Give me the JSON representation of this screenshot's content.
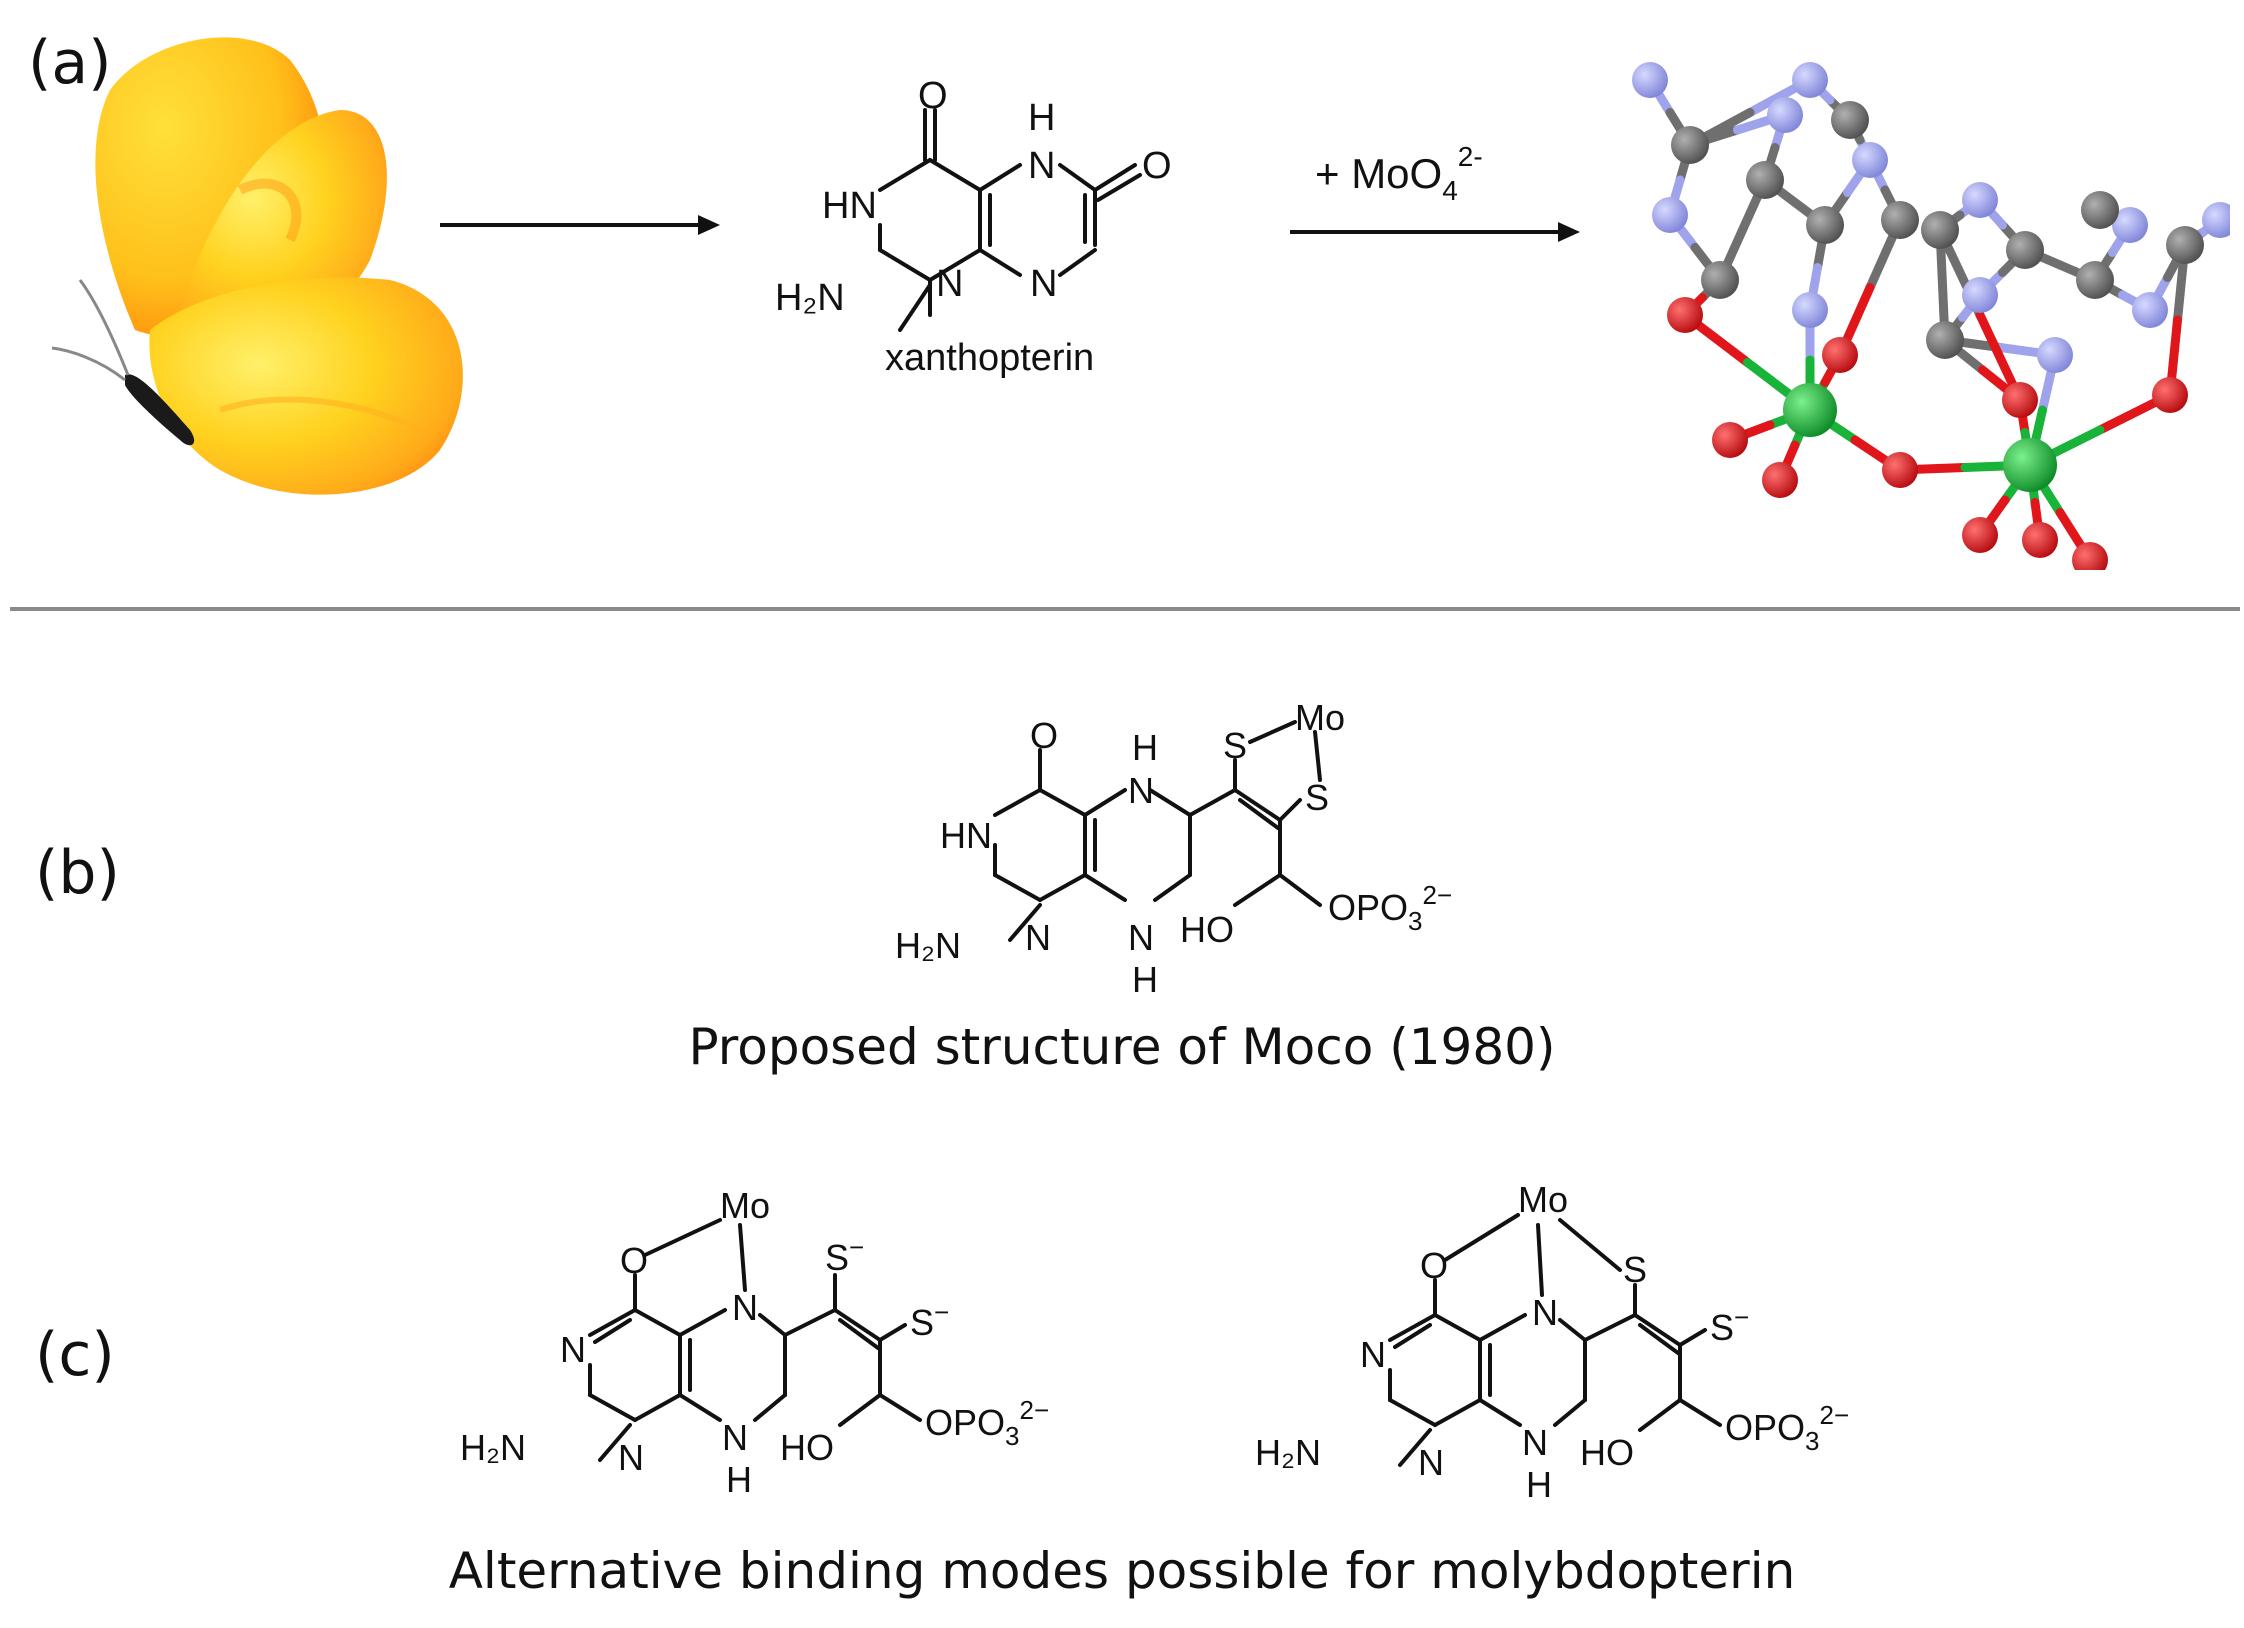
{
  "panels": {
    "a": {
      "label": "(a)"
    },
    "b": {
      "label": "(b)"
    },
    "c": {
      "label": "(c)"
    }
  },
  "xanthopterin": {
    "name": "xanthopterin",
    "atoms": {
      "O_top": "O",
      "O_right": "O",
      "NH_top": "H",
      "N_top": "N",
      "HN": "HN",
      "H2N": "H₂N",
      "N1": "N",
      "N2": "N"
    }
  },
  "reaction": {
    "reagent": "+ MoO",
    "reagent_sub": "4",
    "reagent_sup": "2-"
  },
  "moco_1980": {
    "caption": "Proposed structure of Moco (1980)",
    "atoms": {
      "Mo": "Mo",
      "S1": "S",
      "S2": "S",
      "O": "O",
      "HN": "HN",
      "H2N": "H₂N",
      "N": "N",
      "NH_top_H": "H",
      "NH_top_N": "N",
      "NH_bot_N": "N",
      "NH_bot_H": "H",
      "HO": "HO",
      "OPO3": "OPO",
      "OPO3_sub": "3",
      "OPO3_sup": "2−"
    }
  },
  "binding_modes": {
    "caption": "Alternative binding modes possible for molybdopterin",
    "left": {
      "Mo": "Mo",
      "O": "O",
      "N_ring": "N",
      "N_a": "N",
      "N_b": "N",
      "H2N": "H₂N",
      "S1": "S",
      "S1_sup": "−",
      "S2": "S",
      "S2_sup": "−",
      "NH_N": "N",
      "NH_H": "H",
      "HO": "HO",
      "OPO3": "OPO",
      "OPO3_sub": "3",
      "OPO3_sup": "2−"
    },
    "right": {
      "Mo": "Mo",
      "O": "O",
      "N_ring": "N",
      "N_a": "N",
      "N_b": "N",
      "H2N": "H₂N",
      "S1": "S",
      "S2": "S",
      "S2_sup": "−",
      "NH_N": "N",
      "NH_H": "H",
      "HO": "HO",
      "OPO3": "OPO",
      "OPO3_sub": "3",
      "OPO3_sup": "2−"
    }
  },
  "colors": {
    "wing_yellow": "#ffd21f",
    "wing_orange": "#ff8a0a",
    "carbon": "#6f6f6f",
    "nitrogen": "#9ea3ec",
    "oxygen": "#e0161a",
    "molybdenum": "#19b33a",
    "divider": "#8a8a8a"
  }
}
